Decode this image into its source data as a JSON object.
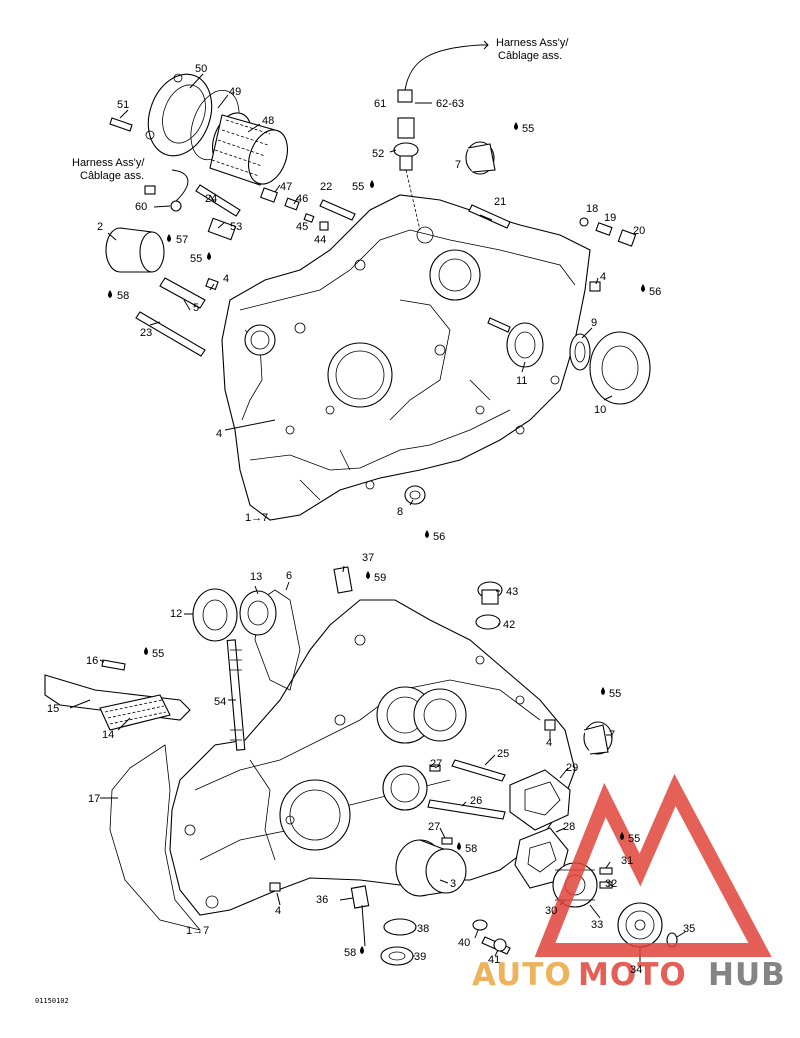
{
  "harness_top": {
    "line1": "Harness Ass'y/",
    "line2": "Câblage ass."
  },
  "harness_left": {
    "line1": "Harness Ass'y/",
    "line2": "Câblage ass."
  },
  "ref_code": "01150102",
  "watermark": {
    "word_auto": "AUTO",
    "word_moto": "MOTO",
    "word_hub": "HUB",
    "colors": {
      "auto": "#e9a640",
      "moto": "#e0443a",
      "hub": "#6f6f6f",
      "triangle": "#e0443a"
    }
  },
  "labels": {
    "l50": "50",
    "l49": "49",
    "l51": "51",
    "l48": "48",
    "l47": "47",
    "l46": "46",
    "l45": "45",
    "l44": "44",
    "l22": "22",
    "l24": "24",
    "l60": "60",
    "l53": "53",
    "l57": "57",
    "l55a": "55",
    "l2": "2",
    "l58a": "58",
    "l4a": "4",
    "l5": "5",
    "l23": "23",
    "l61": "61",
    "l6263": "62-63",
    "l52": "52",
    "l55b": "55",
    "l7a": "7",
    "l55c": "55",
    "l21": "21",
    "l18": "18",
    "l19": "19",
    "l20": "20",
    "l4b": "4",
    "l56a": "56",
    "l9": "9",
    "l11": "11",
    "l10": "10",
    "l4c": "4",
    "l17a": "1→7",
    "l8": "8",
    "l56b": "56",
    "l37": "37",
    "l59": "59",
    "l13": "13",
    "l6": "6",
    "l12": "12",
    "l43": "43",
    "l42": "42",
    "l16": "16",
    "l55d": "55",
    "l15": "15",
    "l14": "14",
    "l54": "54",
    "l55e": "55",
    "l4d": "4",
    "l7b": "7",
    "l25": "25",
    "l29": "29",
    "l27a": "27",
    "l26": "26",
    "l17": "17",
    "l27b": "27",
    "l28": "28",
    "l58b": "58",
    "l55f": "55",
    "l31": "31",
    "l3": "3",
    "l32": "32",
    "l30": "30",
    "l33": "33",
    "l36": "36",
    "l4e": "4",
    "l17b": "1→7",
    "l38": "38",
    "l40": "40",
    "l35": "35",
    "l58c": "58",
    "l39": "39",
    "l41": "41",
    "l34": "34"
  }
}
